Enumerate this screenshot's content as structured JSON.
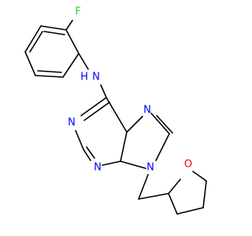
{
  "molecule": {
    "colors": {
      "bond": "#000000",
      "N": "#0000ff",
      "O": "#ff0000",
      "F": "#33cc33"
    },
    "labels": {
      "F": "F",
      "NH": "N",
      "H": "H",
      "N1": "N",
      "N3": "N",
      "N7": "N",
      "N9": "N",
      "O": "O"
    }
  }
}
